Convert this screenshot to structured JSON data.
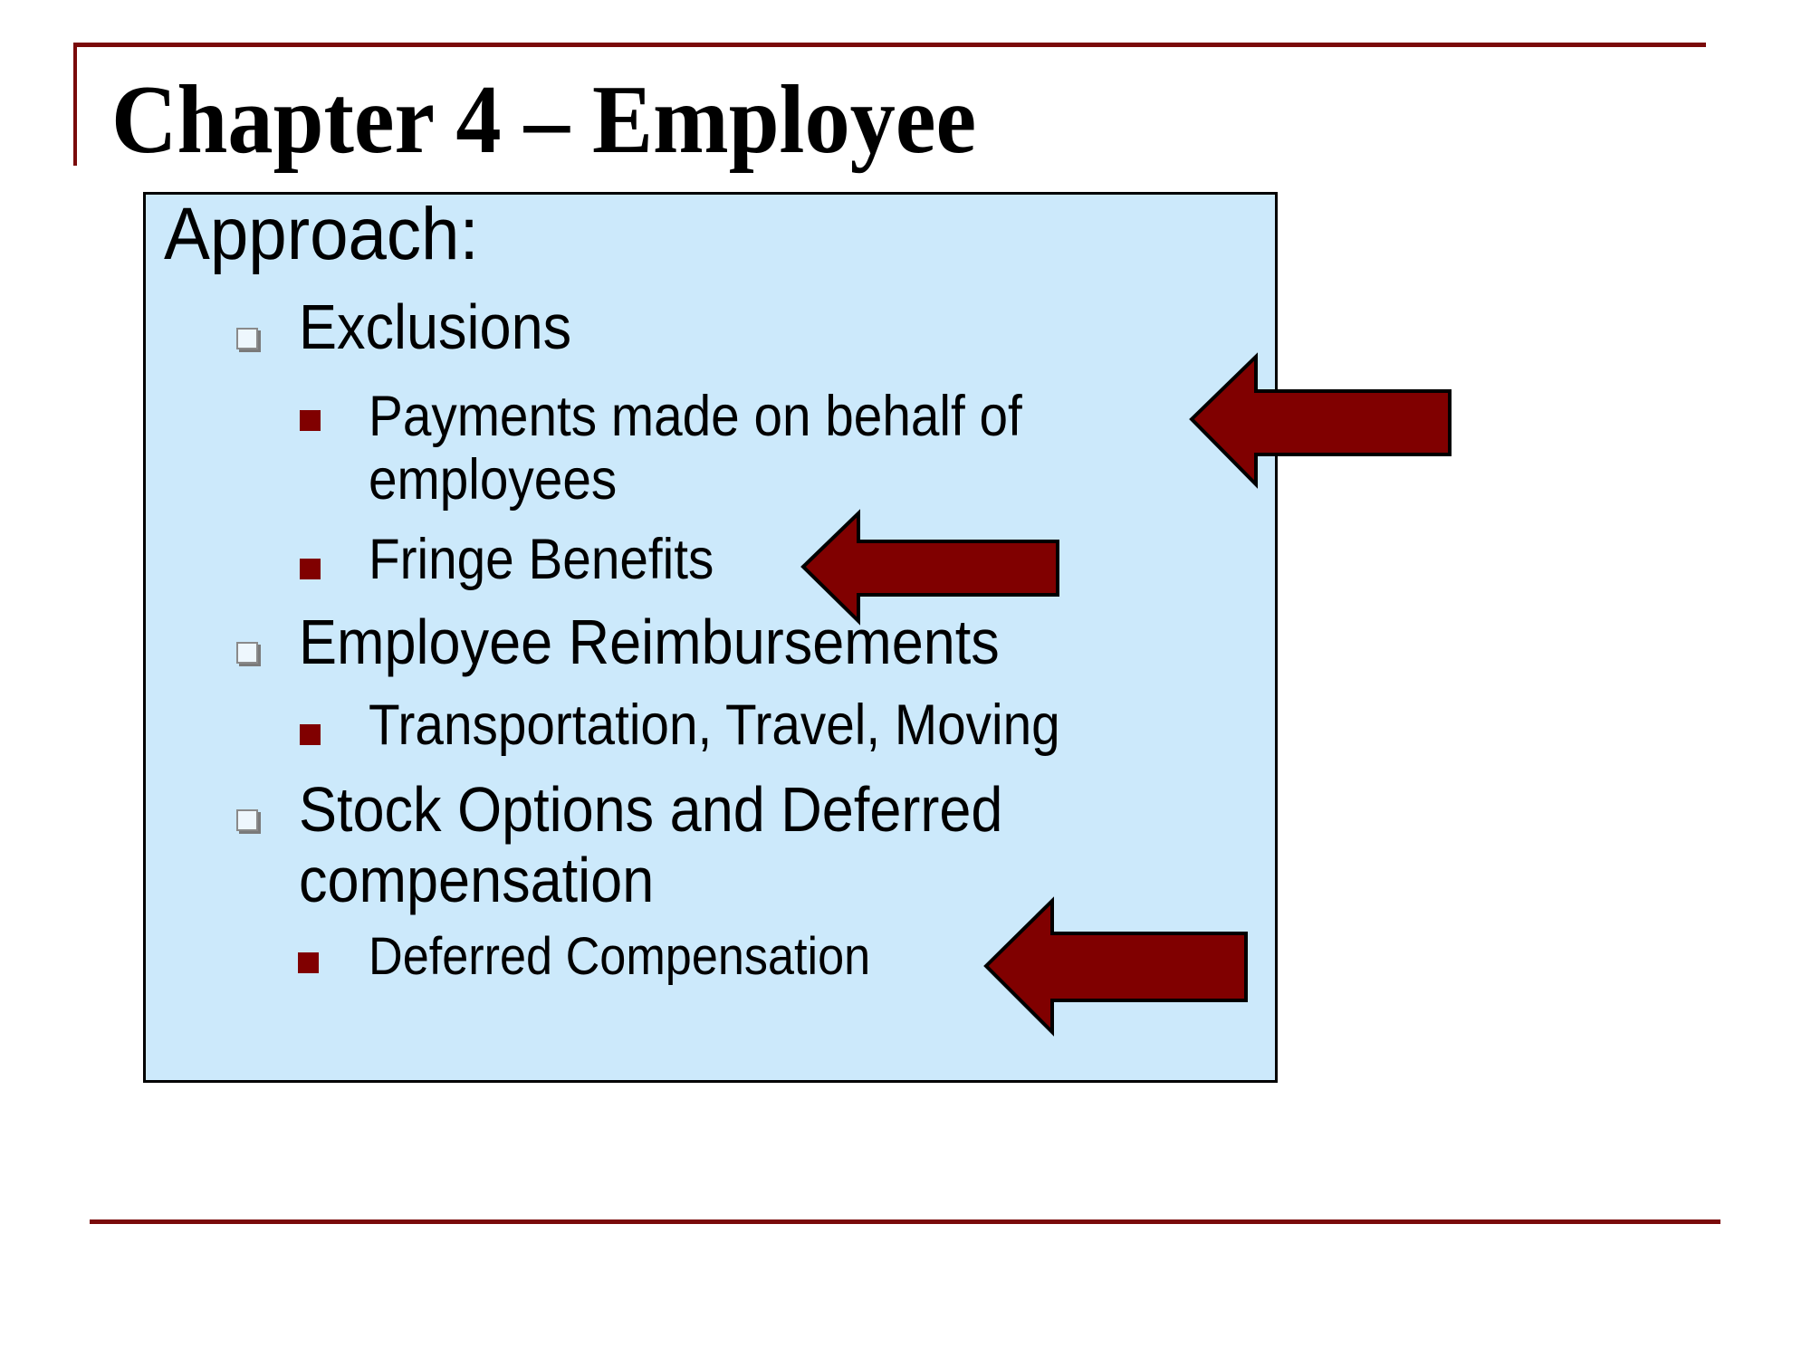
{
  "slide": {
    "title": "Chapter 4 – Employee",
    "box": {
      "heading": "Approach:",
      "items": [
        {
          "label": "Exclusions",
          "subitems": [
            {
              "lines": [
                "Payments made on behalf of",
                "employees"
              ],
              "highlighted": true
            },
            {
              "lines": [
                "Fringe Benefits"
              ],
              "highlighted": true
            }
          ]
        },
        {
          "label": "Employee Reimbursements",
          "subitems": [
            {
              "lines": [
                "Transportation, Travel, Moving"
              ],
              "highlighted": false
            }
          ]
        },
        {
          "label_lines": [
            "Stock Options and Deferred",
            "compensation"
          ],
          "subitems": [
            {
              "lines": [
                "Deferred Compensation"
              ],
              "highlighted": true
            }
          ]
        }
      ]
    },
    "icons": {
      "level1_bullet": "hollow-square-bullet-icon",
      "level2_bullet": "filled-square-bullet-icon",
      "callout": "left-arrow-icon"
    },
    "colors": {
      "accent_rule": "#7a0a0a",
      "box_fill": "#cce9fb",
      "box_border": "#000000",
      "bullet_red": "#800000",
      "arrow_fill": "#800000",
      "arrow_stroke": "#000000",
      "hollow_bullet_border": "#8a8a8a"
    }
  }
}
